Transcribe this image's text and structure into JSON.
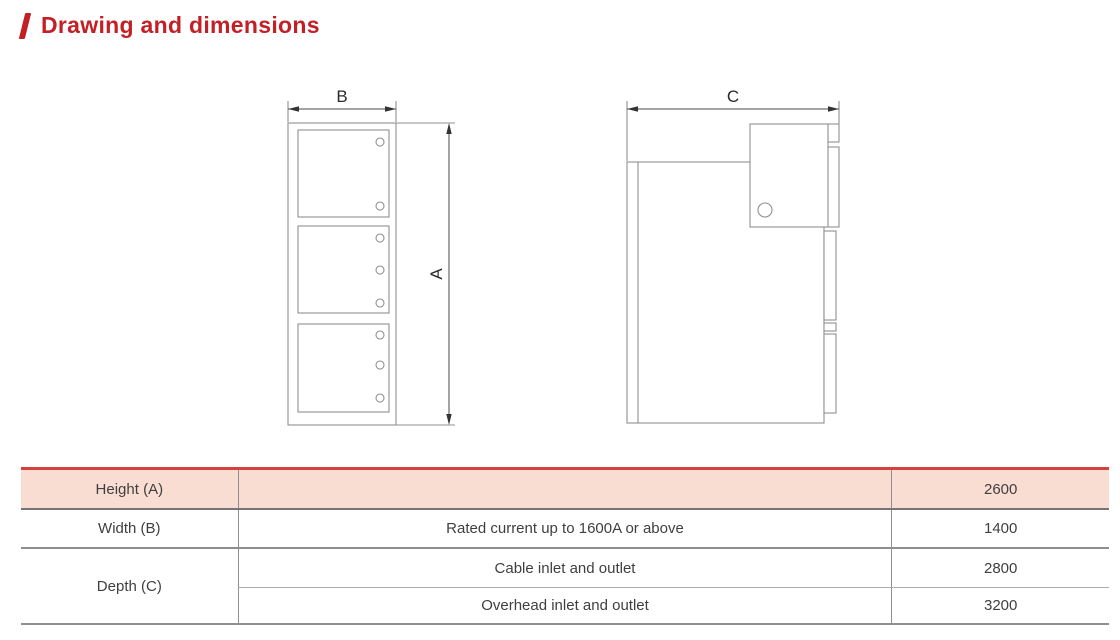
{
  "page": {
    "title": "Drawing and dimensions",
    "accent_color": "#c32026"
  },
  "drawing": {
    "front_view": {
      "width_label": "B",
      "height_label": "A"
    },
    "side_view": {
      "depth_label": "C"
    }
  },
  "dimensions_table": {
    "top_border_color": "#d6403f",
    "highlight_row_bg": "#f9dcd2",
    "rows": [
      {
        "parameter": "Height (A)",
        "condition": "",
        "value": "2600",
        "highlighted": true
      },
      {
        "parameter": "Width (B)",
        "condition": "Rated current up to 1600A or above",
        "value": "1400"
      },
      {
        "parameter": "Depth (C)",
        "variants": [
          {
            "condition": "Cable inlet and outlet",
            "value": "2800"
          },
          {
            "condition": "Overhead inlet and outlet",
            "value": "3200"
          }
        ]
      }
    ]
  }
}
